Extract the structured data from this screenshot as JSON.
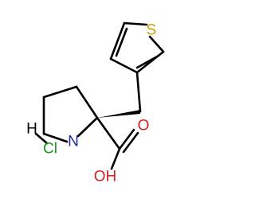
{
  "molecule": {
    "atoms": {
      "sulfur": "S",
      "nitrogen": "N",
      "hydroxyl": "OH",
      "carbonyl_oxygen": "O",
      "chloride": "Cl",
      "hydrogen": "H"
    }
  },
  "colors": {
    "bond": "#000000",
    "sulfur": "#c8a000",
    "nitrogen": "#1f2f9e",
    "oxygen": "#d42020",
    "chlorine": "#1a9a1a"
  }
}
